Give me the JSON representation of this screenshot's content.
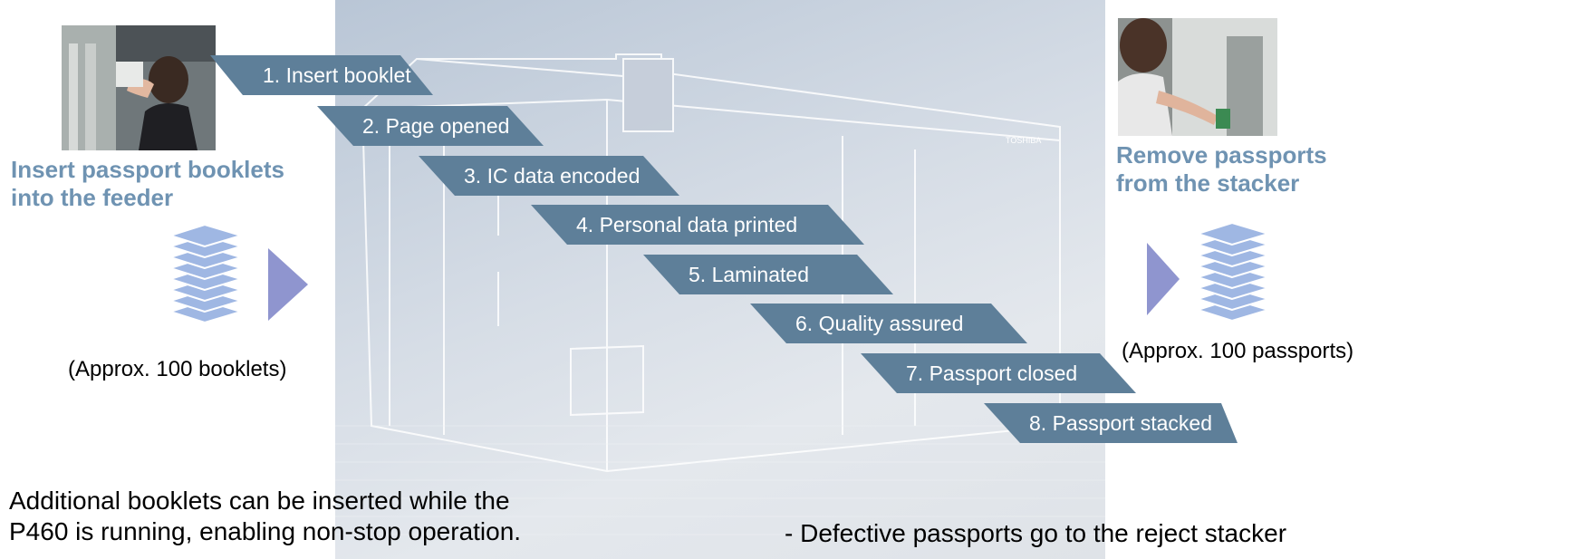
{
  "steps": [
    {
      "label": "1. Insert booklet"
    },
    {
      "label": "2. Page opened"
    },
    {
      "label": "3. IC data encoded"
    },
    {
      "label": "4. Personal data printed"
    },
    {
      "label": "5. Laminated"
    },
    {
      "label": "6. Quality assured"
    },
    {
      "label": "7. Passport closed"
    },
    {
      "label": "8. Passport stacked"
    }
  ],
  "left": {
    "caption_line1": "Insert passport booklets",
    "caption_line2": "into the feeder",
    "count": "(Approx. 100 booklets)"
  },
  "right": {
    "caption_line1": "Remove passports",
    "caption_line2": "from the stacker",
    "count": "(Approx. 100 passports)"
  },
  "machine": {
    "brand": "TOSHIBA"
  },
  "notes": {
    "line1": "Additional booklets can be inserted while the",
    "line2": "P460 is running, enabling non-stop operation.",
    "reject": "- Defective passports go to the reject stacker"
  },
  "colors": {
    "step": "#5e7f99",
    "caption": "#6f93b2",
    "stack": "#9fb7e3",
    "arrow": "#8f95cf"
  }
}
